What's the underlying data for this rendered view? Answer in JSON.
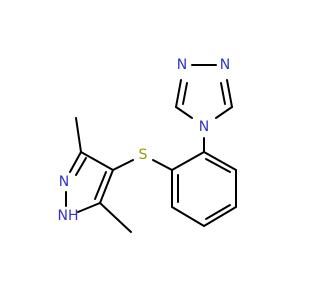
{
  "molecule": {
    "atoms": {
      "triazole_n1": "N",
      "triazole_n2": "N",
      "triazole_n4": "N",
      "sulfur": "S",
      "pyrazole_n2": "N",
      "pyrazole_nh": "NH"
    }
  },
  "colors": {
    "nitrogen": "#3333cc",
    "sulfur": "#999900",
    "bond": "#000000"
  }
}
